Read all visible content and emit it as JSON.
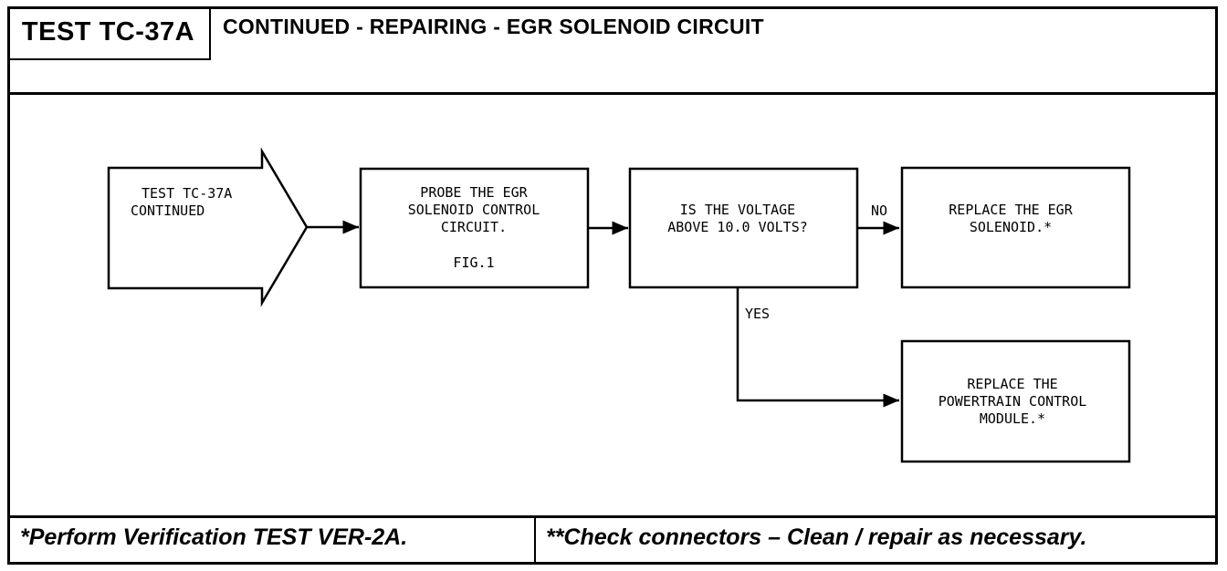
{
  "header": {
    "test_id": "TEST TC-37A",
    "title": "CONTINUED - REPAIRING - EGR SOLENOID CIRCUIT"
  },
  "flow": {
    "start": [
      "TEST TC-37A",
      "CONTINUED"
    ],
    "probe": [
      "PROBE THE EGR",
      "SOLENOID CONTROL",
      "CIRCUIT."
    ],
    "probe_ref": "FIG.1",
    "question": [
      "IS THE VOLTAGE",
      "ABOVE 10.0 VOLTS?"
    ],
    "no_label": "NO",
    "yes_label": "YES",
    "no_action": [
      "REPLACE THE EGR",
      "SOLENOID.*"
    ],
    "yes_action": [
      "REPLACE THE",
      "POWERTRAIN CONTROL",
      "MODULE.*"
    ]
  },
  "footer": {
    "left_note": "*Perform Verification TEST VER-2A.",
    "right_note": "**Check connectors – Clean / repair as necessary."
  }
}
